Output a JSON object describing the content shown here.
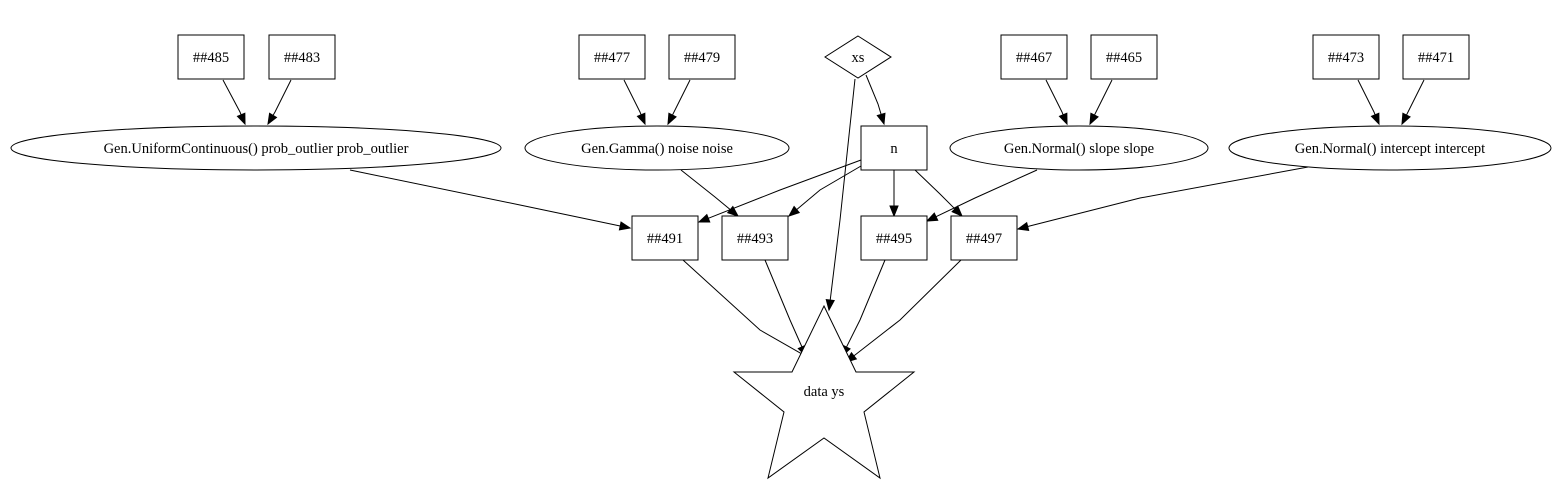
{
  "diagram": {
    "node_fill": "#ffffff",
    "star_fill": "#add8e6",
    "stroke_color": "#000000",
    "nodes": [
      {
        "id": "n485",
        "label": "##485",
        "shape": "box"
      },
      {
        "id": "n483",
        "label": "##483",
        "shape": "box"
      },
      {
        "id": "n477",
        "label": "##477",
        "shape": "box"
      },
      {
        "id": "n479",
        "label": "##479",
        "shape": "box"
      },
      {
        "id": "xs",
        "label": "xs",
        "shape": "diamond"
      },
      {
        "id": "n467",
        "label": "##467",
        "shape": "box"
      },
      {
        "id": "n465",
        "label": "##465",
        "shape": "box"
      },
      {
        "id": "n473",
        "label": "##473",
        "shape": "box"
      },
      {
        "id": "n471",
        "label": "##471",
        "shape": "box"
      },
      {
        "id": "prob_outlier",
        "label": "Gen.UniformContinuous() prob_outlier prob_outlier",
        "shape": "ellipse"
      },
      {
        "id": "noise",
        "label": "Gen.Gamma() noise noise",
        "shape": "ellipse"
      },
      {
        "id": "n",
        "label": "n",
        "shape": "box"
      },
      {
        "id": "slope",
        "label": "Gen.Normal() slope slope",
        "shape": "ellipse"
      },
      {
        "id": "intercept",
        "label": "Gen.Normal() intercept intercept",
        "shape": "ellipse"
      },
      {
        "id": "n491",
        "label": "##491",
        "shape": "box"
      },
      {
        "id": "n493",
        "label": "##493",
        "shape": "box"
      },
      {
        "id": "n495",
        "label": "##495",
        "shape": "box"
      },
      {
        "id": "n497",
        "label": "##497",
        "shape": "box"
      },
      {
        "id": "ys",
        "label": "data ys",
        "shape": "star"
      }
    ],
    "edges": [
      {
        "from": "n485",
        "to": "prob_outlier"
      },
      {
        "from": "n483",
        "to": "prob_outlier"
      },
      {
        "from": "n477",
        "to": "noise"
      },
      {
        "from": "n479",
        "to": "noise"
      },
      {
        "from": "xs",
        "to": "n"
      },
      {
        "from": "xs",
        "to": "ys"
      },
      {
        "from": "n467",
        "to": "slope"
      },
      {
        "from": "n465",
        "to": "slope"
      },
      {
        "from": "n473",
        "to": "intercept"
      },
      {
        "from": "n471",
        "to": "intercept"
      },
      {
        "from": "prob_outlier",
        "to": "n491"
      },
      {
        "from": "n",
        "to": "n491"
      },
      {
        "from": "noise",
        "to": "n493"
      },
      {
        "from": "n",
        "to": "n493"
      },
      {
        "from": "n",
        "to": "n495"
      },
      {
        "from": "slope",
        "to": "n495"
      },
      {
        "from": "n",
        "to": "n497"
      },
      {
        "from": "intercept",
        "to": "n497"
      },
      {
        "from": "n491",
        "to": "ys"
      },
      {
        "from": "n493",
        "to": "ys"
      },
      {
        "from": "n495",
        "to": "ys"
      },
      {
        "from": "n497",
        "to": "ys"
      }
    ]
  }
}
